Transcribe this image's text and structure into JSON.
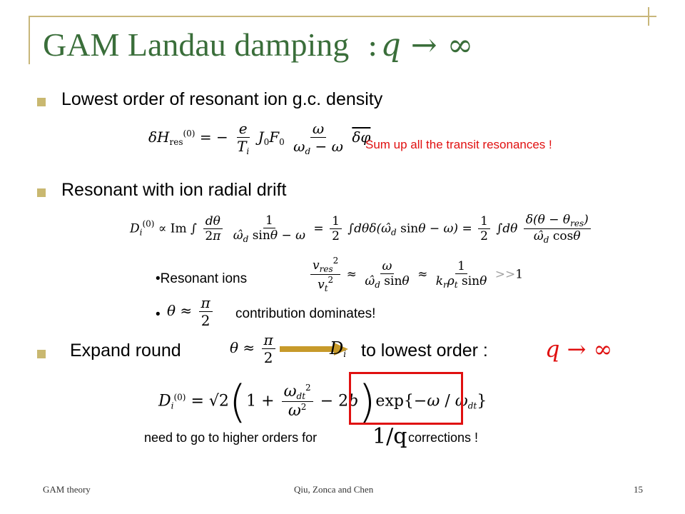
{
  "title": {
    "text": "GAM Landau damping",
    "colon": ":",
    "math": "q → ∞"
  },
  "bullets": [
    {
      "text": "Lowest order of resonant ion g.c. density"
    },
    {
      "text": "Resonant with ion radial drift"
    },
    {
      "prefix": "Expand round",
      "middle": "to lowest order :",
      "math": "q → ∞"
    }
  ],
  "notes": {
    "transit": "Sum up all the transit resonances !",
    "higher_prefix": "need to go to higher orders for",
    "higher_math": "1/q",
    "higher_suffix": "corrections !"
  },
  "sub_bullets": [
    {
      "text": "Resonant  ions"
    },
    {
      "text": "contribution dominates!"
    }
  ],
  "colors": {
    "title": "#3a6e3a",
    "bullet": "#c9b870",
    "highlight": "#e01010",
    "arrow": "#c79a2a"
  },
  "footer": {
    "left": "GAM theory",
    "center": "Qiu, Zonca and Chen",
    "page": "15"
  }
}
